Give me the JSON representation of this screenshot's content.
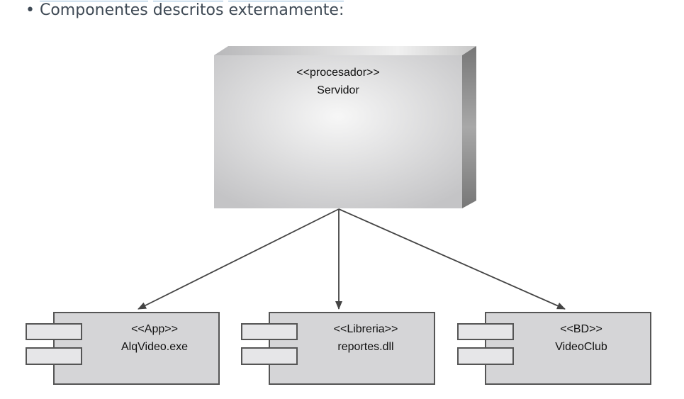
{
  "heading": {
    "bullet": "•",
    "words": [
      "Componentes",
      "descritos",
      "externamente:"
    ]
  },
  "server": {
    "stereotype": "<<procesador>>",
    "name": "Servidor"
  },
  "components": [
    {
      "stereotype": "<<App>>",
      "name": "AlqVideo.exe"
    },
    {
      "stereotype": "<<Libreria>>",
      "name": "reportes.dll"
    },
    {
      "stereotype": "<<BD>>",
      "name": "VideoClub"
    }
  ]
}
